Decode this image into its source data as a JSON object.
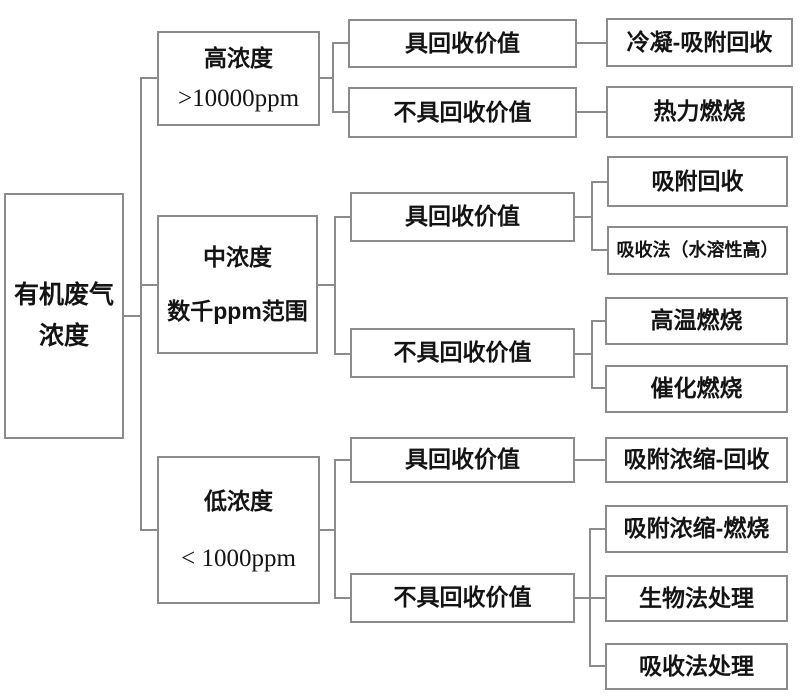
{
  "colors": {
    "border": "#8b8b8b",
    "text": "#141414",
    "background": "#ffffff"
  },
  "root": {
    "line1": "有机废气",
    "line2": "浓度"
  },
  "branches": [
    {
      "level": {
        "title": "高浓度",
        "range": ">10000ppm"
      },
      "recover_yes": {
        "label": "具回收价值",
        "methods": [
          "冷凝-吸附回收"
        ]
      },
      "recover_no": {
        "label": "不具回收价值",
        "methods": [
          "热力燃烧"
        ]
      }
    },
    {
      "level": {
        "title": "中浓度",
        "range": "数千ppm范围"
      },
      "recover_yes": {
        "label": "具回收价值",
        "methods": [
          "吸附回收",
          "吸收法（水溶性高）"
        ]
      },
      "recover_no": {
        "label": "不具回收价值",
        "methods": [
          "高温燃烧",
          "催化燃烧"
        ]
      }
    },
    {
      "level": {
        "title": "低浓度",
        "range": "< 1000ppm"
      },
      "recover_yes": {
        "label": "具回收价值",
        "methods": [
          "吸附浓缩-回收"
        ]
      },
      "recover_no": {
        "label": "不具回收价值",
        "methods": [
          "吸附浓缩-燃烧",
          "生物法处理",
          "吸收法处理"
        ]
      }
    }
  ]
}
